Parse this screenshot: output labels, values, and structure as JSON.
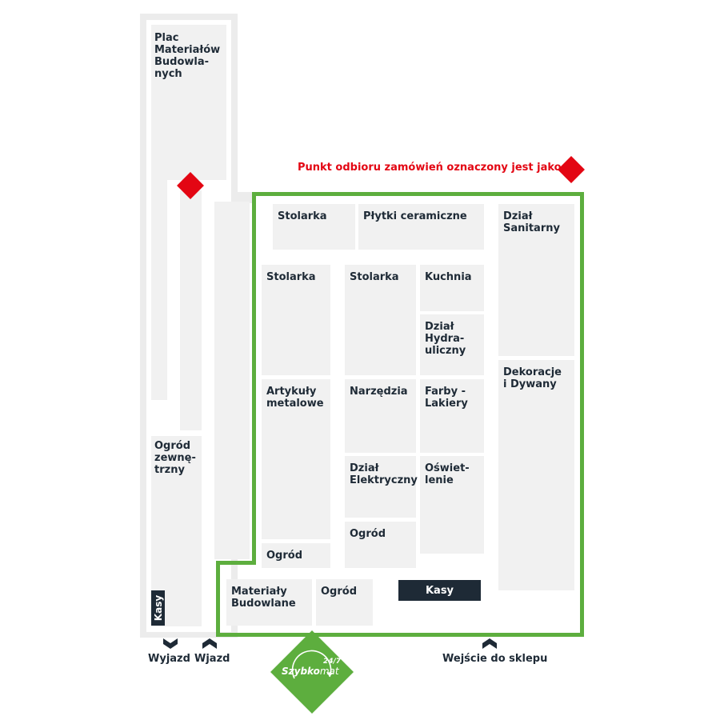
{
  "legend": {
    "text": "Punkt odbioru zamówień oznaczony jest jako",
    "marker_color": "#e30613"
  },
  "outdoor": {
    "plac": "Plac Materiałów Budowla-nych",
    "ogrod_zewnetrzny": "Ogród zewnę-trzny",
    "kasy": "Kasy"
  },
  "store": {
    "border_color": "#5dae3e",
    "departments": {
      "stolarka_top": "Stolarka",
      "plytki": "Płytki ceramiczne",
      "sanitarny": "Dział Sanitarny",
      "stolarka_left": "Stolarka",
      "stolarka_mid": "Stolarka",
      "kuchnia": "Kuchnia",
      "hydrauliczny": "Dział Hydra-uliczny",
      "artykuly": "Artykuły metalowe",
      "narzedzia": "Narzędzia",
      "farby": "Farby -Lakiery",
      "dekoracje": "Dekoracje i Dywany",
      "elektryczny": "Dział Elektryczny",
      "oswietlenie": "Oświet-lenie",
      "ogrod_mid": "Ogród",
      "ogrod_left": "Ogród",
      "materialy": "Materiały Budowlane",
      "ogrod_bottom": "Ogród"
    },
    "kasy": "Kasy"
  },
  "entrances": {
    "wyjazd": "Wyjazd",
    "wjazd": "Wjazd",
    "wejscie": "Wejście do sklepu"
  },
  "logo": {
    "text_bold": "Szybko",
    "text_light": "mat",
    "hours": "24/7",
    "color": "#5dae3e"
  }
}
